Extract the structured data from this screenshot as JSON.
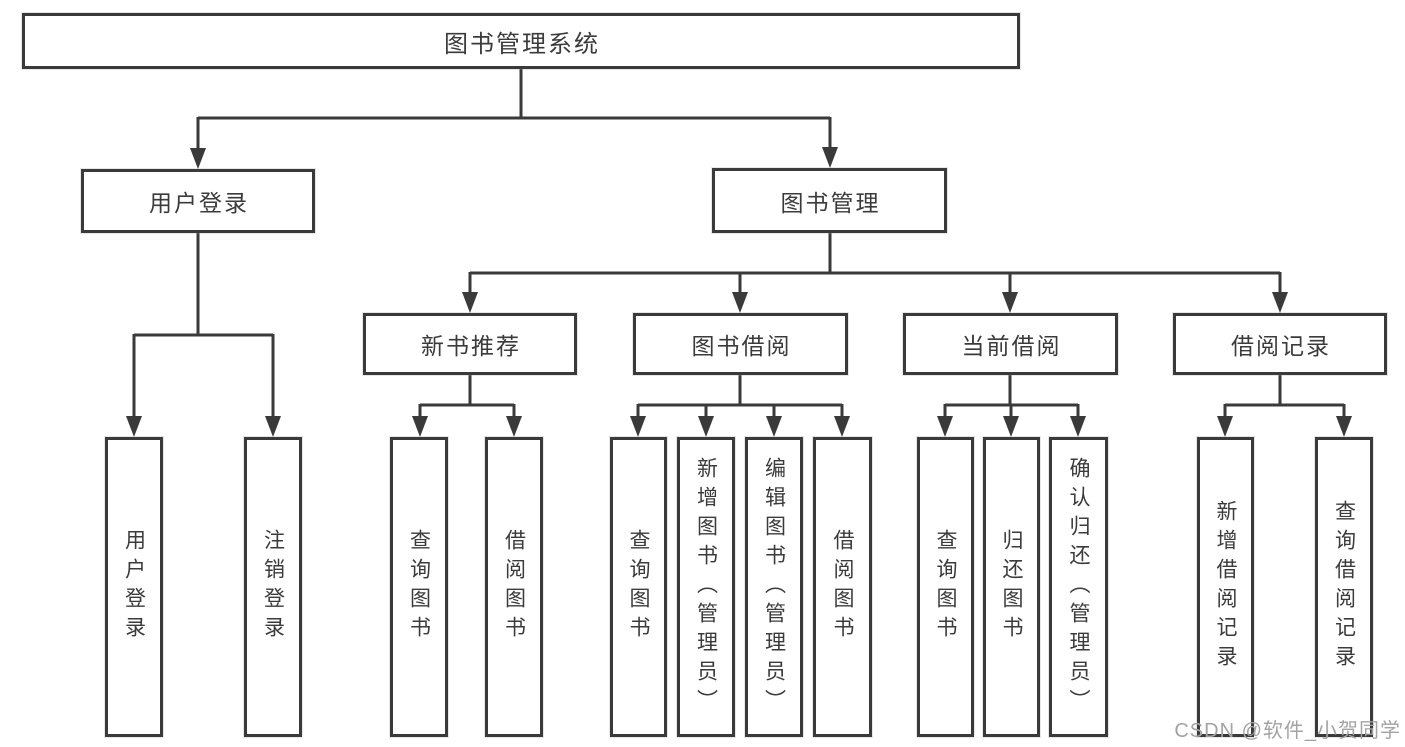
{
  "diagram": {
    "root": {
      "label": "图书管理系统"
    },
    "level2": [
      {
        "label": "用户登录"
      },
      {
        "label": "图书管理"
      }
    ],
    "level3": [
      {
        "label": "新书推荐"
      },
      {
        "label": "图书借阅"
      },
      {
        "label": "当前借阅"
      },
      {
        "label": "借阅记录"
      }
    ],
    "leaves": [
      {
        "label": "用户登录",
        "parent": "用户登录"
      },
      {
        "label": "注销登录",
        "parent": "用户登录"
      },
      {
        "label": "查询图书",
        "parent": "新书推荐"
      },
      {
        "label": "借阅图书",
        "parent": "新书推荐"
      },
      {
        "label": "查询图书",
        "parent": "图书借阅"
      },
      {
        "label": "新增图书（管理员）",
        "parent": "图书借阅"
      },
      {
        "label": "编辑图书（管理员）",
        "parent": "图书借阅"
      },
      {
        "label": "借阅图书",
        "parent": "图书借阅"
      },
      {
        "label": "查询图书",
        "parent": "当前借阅"
      },
      {
        "label": "归还图书",
        "parent": "当前借阅"
      },
      {
        "label": "确认归还（管理员）",
        "parent": "当前借阅"
      },
      {
        "label": "新增借阅记录",
        "parent": "借阅记录"
      },
      {
        "label": "查询借阅记录",
        "parent": "借阅记录"
      }
    ]
  },
  "watermark": "CSDN @软件_小贺同学",
  "colors": {
    "line": "#3a3a3a",
    "text": "#3b3b3b",
    "box_background": "#ffffff",
    "watermark": "#a3a3a3",
    "page_background": "#ffffff"
  }
}
